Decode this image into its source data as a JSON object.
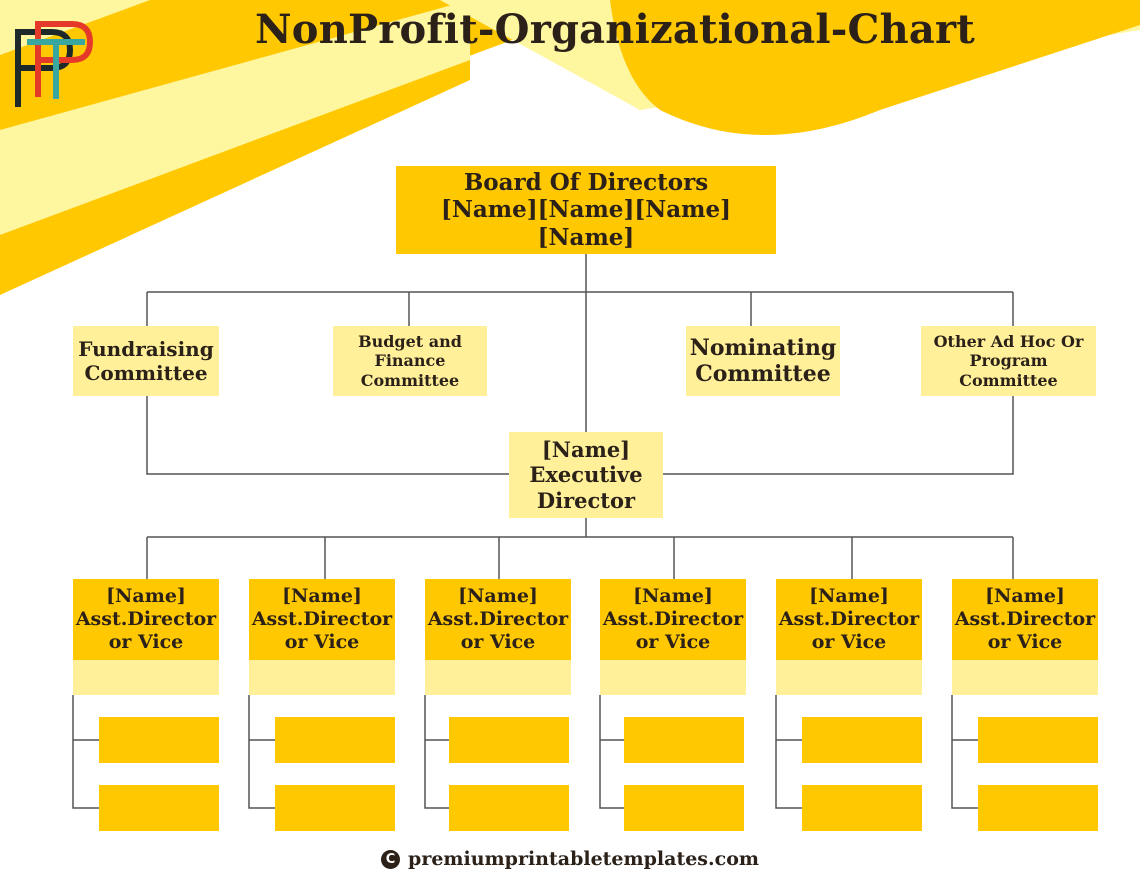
{
  "title": "NonProfit-Organizational-Chart",
  "colors": {
    "primary_box": "#ffc800",
    "secondary_box": "#fff099",
    "banner_light": "#fff6a0",
    "banner_dark": "#ffc800",
    "text": "#2b2118",
    "connector": "#555555"
  },
  "logo": {
    "icon": "ppt-logo-icon",
    "letters": "PPT"
  },
  "board": {
    "text": "Board Of Directors\n[Name][Name][Name][Name]"
  },
  "committees": [
    {
      "text": "Fundraising\nCommittee"
    },
    {
      "text": "Budget and\nFinance\nCommittee"
    },
    {
      "text": "Nominating\nCommittee"
    },
    {
      "text": "Other Ad Hoc Or\nProgram\nCommittee"
    }
  ],
  "executive": {
    "text": "[Name]\nExecutive\nDirector"
  },
  "assistants": [
    {
      "text": "[Name]\nAsst.Director\nor Vice"
    },
    {
      "text": "[Name]\nAsst.Director\nor Vice"
    },
    {
      "text": "[Name]\nAsst.Director\nor Vice"
    },
    {
      "text": "[Name]\nAsst.Director\nor Vice"
    },
    {
      "text": "[Name]\nAsst.Director\nor Vice"
    },
    {
      "text": "[Name]\nAsst.Director\nor Vice"
    }
  ],
  "footer": {
    "icon": "copyright-icon",
    "text": "premiumprintabletemplates.com"
  }
}
